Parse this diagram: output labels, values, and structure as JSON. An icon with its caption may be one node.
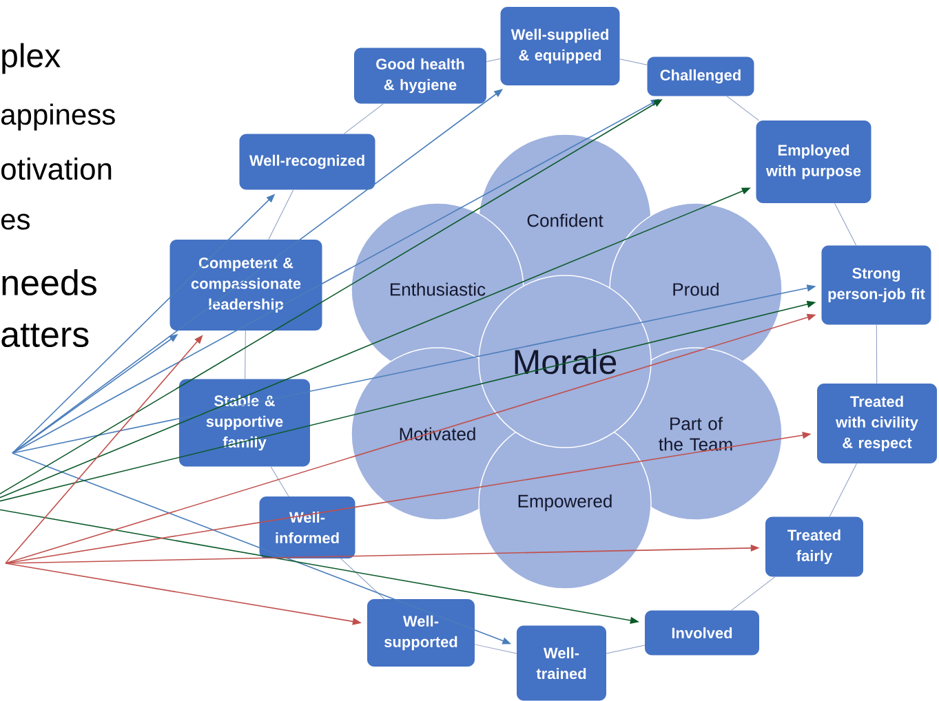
{
  "diagram": {
    "nodes": [
      {
        "text": [
          "Well-supplied & equipped"
        ]
      },
      {
        "text": [
          "Good health & hygiene"
        ]
      },
      {
        "text": [
          "Challenged"
        ]
      },
      {
        "text": [
          "Well-recognized"
        ]
      },
      {
        "text": [
          "Employed with purpose"
        ]
      },
      {
        "text": [
          "Competent & compassionate leadership"
        ]
      },
      {
        "text": [
          "Strong person-job fit"
        ]
      },
      {
        "text": [
          "Stable & supportive family"
        ]
      },
      {
        "text": [
          "Treated with civility & respect"
        ]
      },
      {
        "text": [
          "Well-informed"
        ]
      },
      {
        "text": [
          "Treated fairly"
        ]
      },
      {
        "text": [
          "Well-supported"
        ]
      },
      {
        "text": [
          "Involved"
        ]
      },
      {
        "text": [
          "Well-trained"
        ]
      },
      {
        "text": [
          "Confident"
        ]
      },
      {
        "text": [
          "Enthusiastic"
        ]
      },
      {
        "text": [
          "Proud"
        ]
      },
      {
        "text": [
          "Morale"
        ]
      },
      {
        "text": [
          "Motivated"
        ]
      },
      {
        "text": [
          "Part of the Team"
        ]
      },
      {
        "text": [
          "Empowered"
        ]
      }
    ],
    "edges": [
      {
        "from": 1,
        "to": 0,
        "arrow": "none",
        "color": "#8a9bc0"
      },
      {
        "from": 0,
        "to": 2,
        "arrow": "none",
        "color": "#8a9bc0"
      },
      {
        "from": 2,
        "to": 4,
        "arrow": "none",
        "color": "#8a9bc0"
      },
      {
        "from": 4,
        "to": 6,
        "arrow": "none",
        "color": "#8a9bc0"
      },
      {
        "from": 6,
        "to": 8,
        "arrow": "none",
        "color": "#8a9bc0"
      },
      {
        "from": 8,
        "to": 10,
        "arrow": "none",
        "color": "#8a9bc0"
      },
      {
        "from": 10,
        "to": 12,
        "arrow": "none",
        "color": "#8a9bc0"
      },
      {
        "from": 12,
        "to": 13,
        "arrow": "none",
        "color": "#8a9bc0"
      },
      {
        "from": 13,
        "to": 11,
        "arrow": "none",
        "color": "#8a9bc0"
      },
      {
        "from": 11,
        "to": 9,
        "arrow": "none",
        "color": "#8a9bc0"
      },
      {
        "from": 9,
        "to": 7,
        "arrow": "none",
        "color": "#8a9bc0"
      },
      {
        "from": 7,
        "to": 5,
        "arrow": "none",
        "color": "#8a9bc0"
      },
      {
        "from": 5,
        "to": 3,
        "arrow": "none",
        "color": "#8a9bc0"
      },
      {
        "from": 3,
        "to": 1,
        "arrow": "none",
        "color": "#8a9bc0"
      },
      {
        "from": null,
        "to": 3,
        "arrow": "to",
        "color": "#4a7ebb"
      },
      {
        "from": null,
        "to": 5,
        "arrow": "to",
        "color": "#4a7ebb"
      },
      {
        "from": null,
        "to": 0,
        "arrow": "to",
        "color": "#4a7ebb"
      },
      {
        "from": null,
        "to": 2,
        "arrow": "to",
        "color": "#4a7ebb"
      },
      {
        "from": null,
        "to": 6,
        "arrow": "to",
        "color": "#4a7ebb"
      },
      {
        "from": null,
        "to": 13,
        "arrow": "to",
        "color": "#4a7ebb"
      },
      {
        "from": null,
        "to": 2,
        "arrow": "to",
        "color": "#0b5a2a"
      },
      {
        "from": null,
        "to": 4,
        "arrow": "to",
        "color": "#0b5a2a"
      },
      {
        "from": null,
        "to": 6,
        "arrow": "to",
        "color": "#0b5a2a"
      },
      {
        "from": null,
        "to": 12,
        "arrow": "to",
        "color": "#0b5a2a"
      },
      {
        "from": null,
        "to": 5,
        "arrow": "to",
        "color": "#c0504d"
      },
      {
        "from": null,
        "to": 6,
        "arrow": "to",
        "color": "#c0504d"
      },
      {
        "from": null,
        "to": 8,
        "arrow": "to",
        "color": "#c0504d"
      },
      {
        "from": null,
        "to": 10,
        "arrow": "to",
        "color": "#c0504d"
      },
      {
        "from": null,
        "to": 11,
        "arrow": "to",
        "color": "#c0504d"
      }
    ],
    "labels": [
      "plex",
      "appiness",
      "otivation",
      "es",
      "needs",
      "atters"
    ]
  }
}
